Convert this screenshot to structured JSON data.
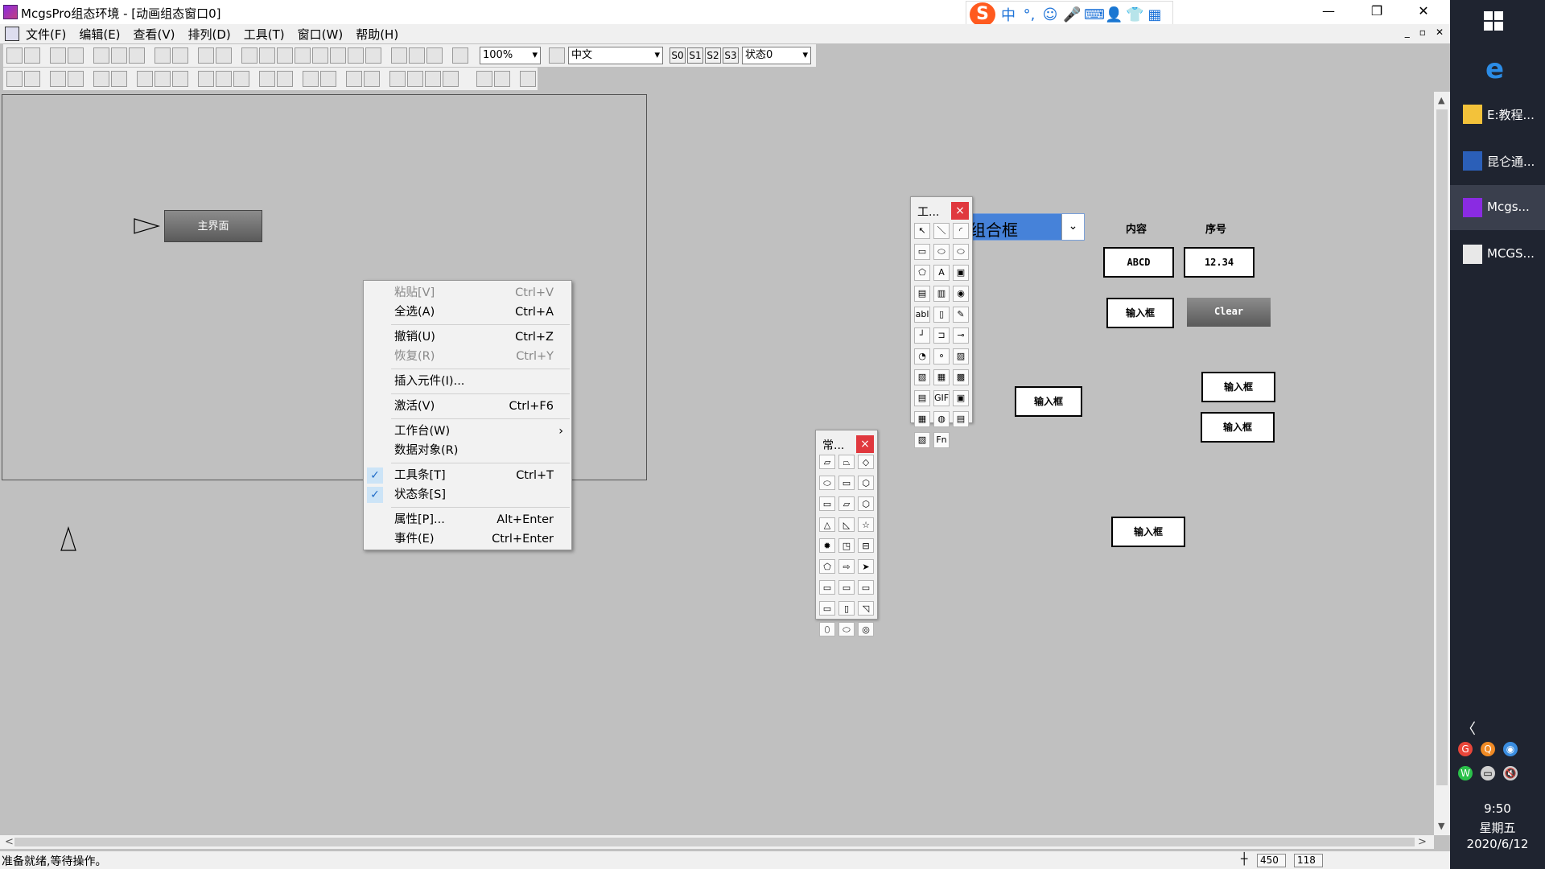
{
  "window": {
    "title": "McgsPro组态环境 - [动画组态窗口0]",
    "minimize": "—",
    "restore": "❐",
    "close": "✕"
  },
  "ime": {
    "logo": "S",
    "items": [
      "中",
      "°,",
      "☺",
      "🎤",
      "⌨",
      "👤",
      "👕",
      "▦"
    ]
  },
  "menu": {
    "items": [
      "文件(F)",
      "编辑(E)",
      "查看(V)",
      "排列(D)",
      "工具(T)",
      "窗口(W)",
      "帮助(H)"
    ],
    "mdi_buttons": [
      "_",
      "▫",
      "✕"
    ]
  },
  "toolbar": {
    "zoom_value": "100%",
    "language_value": "中文",
    "state_buttons": [
      "S0",
      "S1",
      "S2",
      "S3"
    ],
    "state_value": "状态0"
  },
  "canvas": {
    "main_button_label": "主界面"
  },
  "context_menu": {
    "items": [
      {
        "label": "粘贴[V]",
        "shortcut": "Ctrl+V",
        "disabled": true
      },
      {
        "label": "全选(A)",
        "shortcut": "Ctrl+A"
      },
      {
        "label": "撤销(U)",
        "shortcut": "Ctrl+Z"
      },
      {
        "label": "恢复(R)",
        "shortcut": "Ctrl+Y",
        "disabled": true
      },
      {
        "label": "插入元件(I)...",
        "shortcut": ""
      },
      {
        "label": "激活(V)",
        "shortcut": "Ctrl+F6"
      },
      {
        "label": "工作台(W)",
        "shortcut": "",
        "arrow": "›"
      },
      {
        "label": "数据对象(R)",
        "shortcut": ""
      },
      {
        "label": "工具条[T]",
        "shortcut": "Ctrl+T",
        "checked": true
      },
      {
        "label": "状态条[S]",
        "shortcut": "",
        "checked": true
      },
      {
        "label": "属性[P]...",
        "shortcut": "Alt+Enter"
      },
      {
        "label": "事件(E)",
        "shortcut": "Ctrl+Enter"
      }
    ],
    "check_mark": "✓"
  },
  "toolbox": {
    "title": "工...",
    "close": "×",
    "cells": [
      "↖",
      "＼",
      "◜",
      "▭",
      "⬭",
      "⬭",
      "⬠",
      "A",
      "▣",
      "▤",
      "▥",
      "◉",
      "abl",
      "▯",
      "✎",
      "┘",
      "⊐",
      "⊸",
      "◔",
      "⚬",
      "▨",
      "▧",
      "▦",
      "▩",
      "▤",
      "GIF",
      "▣",
      "▦",
      "◍",
      "▤",
      "▧",
      "Fn"
    ]
  },
  "shapes_palette": {
    "title": "常...",
    "close": "×",
    "cells": [
      "▱",
      "⏢",
      "◇",
      "⬭",
      "▭",
      "⬡",
      "▭",
      "▱",
      "⬡",
      "△",
      "◺",
      "☆",
      "✹",
      "◳",
      "⊟",
      "⬠",
      "⇨",
      "➤",
      "▭",
      "▭",
      "▭",
      "▭",
      "▯",
      "◹",
      "⬯",
      "⬭",
      "◎"
    ]
  },
  "combo": {
    "text": "组合框",
    "arrow": "⌄"
  },
  "fields": {
    "label_content": "内容",
    "label_index": "序号",
    "content_value": "ABCD",
    "index_value": "12.34",
    "input_label": "输入框",
    "clear_label": "Clear"
  },
  "scroll": {
    "up": "▲",
    "down": "▼",
    "left": "<",
    "right": ">"
  },
  "status": {
    "text": "准备就绪,等待操作。",
    "pos_icon": "┼",
    "x": "450",
    "y": "118"
  },
  "taskbar": {
    "items": [
      {
        "label": "E:教程...",
        "color": "#f3c23a"
      },
      {
        "label": "昆仑通...",
        "color": "#2b5fb8"
      },
      {
        "label": "Mcgs...",
        "color": "#8a2be2",
        "active": true
      },
      {
        "label": "MCGS...",
        "color": "#e8e8e8"
      }
    ],
    "tray_chevron": "〈",
    "tray_icons": [
      {
        "glyph": "G",
        "color": "#e8463a"
      },
      {
        "glyph": "Q",
        "color": "#f08a24"
      },
      {
        "glyph": "◉",
        "color": "#3a8de0"
      },
      {
        "glyph": "W",
        "color": "#2bc14a"
      },
      {
        "glyph": "▭",
        "color": "#d0d0d0"
      },
      {
        "glyph": "🔇",
        "color": "#d0d0d0"
      }
    ],
    "time": "9:50",
    "day": "星期五",
    "date": "2020/6/12"
  }
}
